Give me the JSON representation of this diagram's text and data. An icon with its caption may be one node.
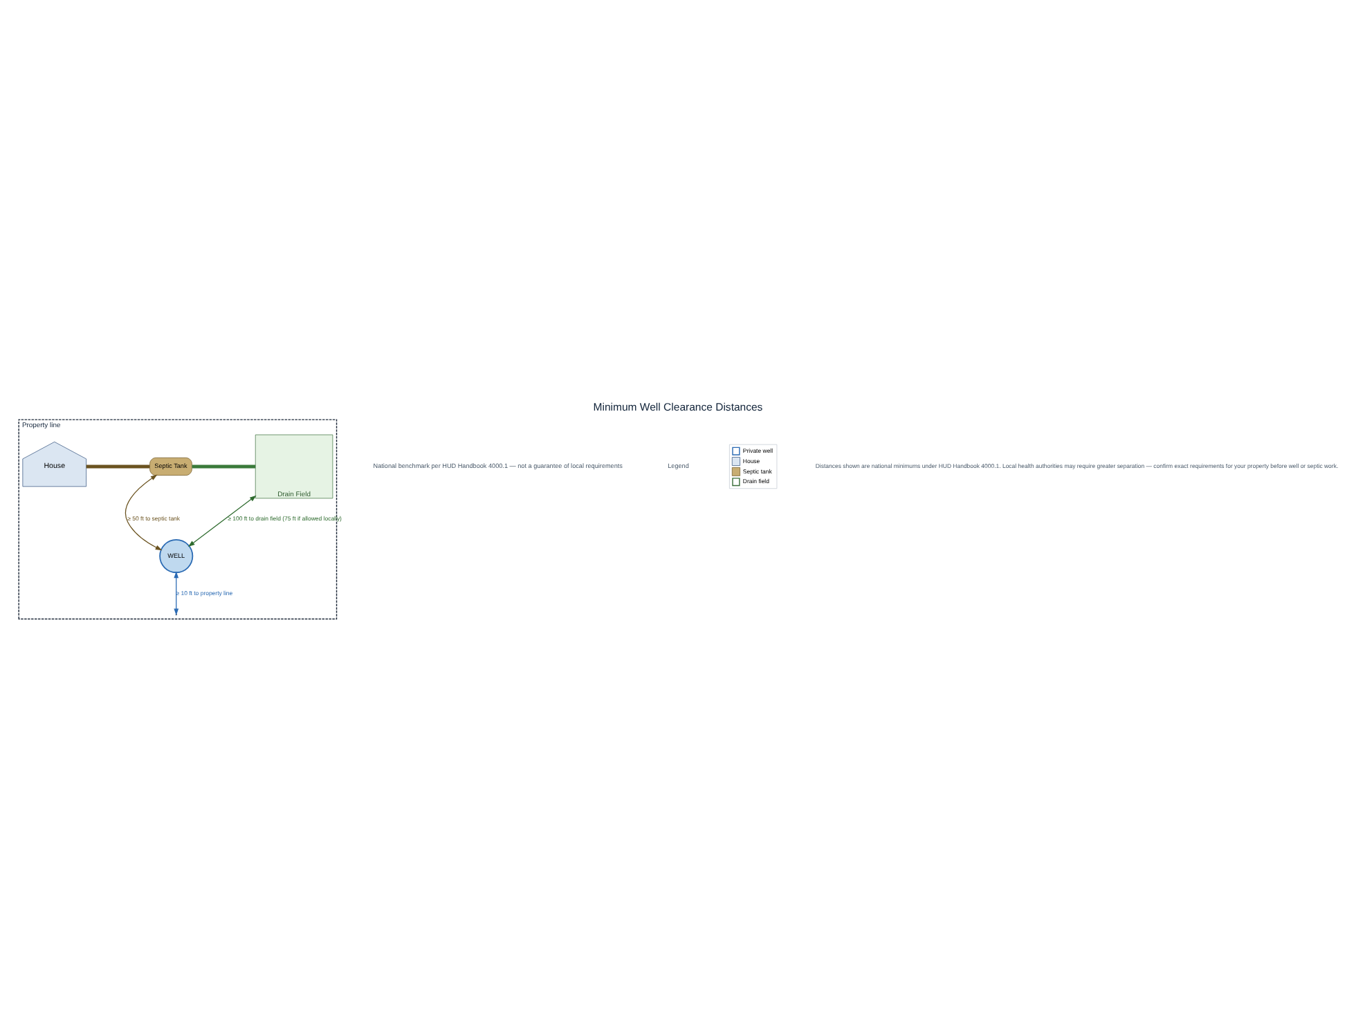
{
  "diagram": {
    "title": "Minimum Well Clearance Distances",
    "caption": "Distances shown are national minimums under HUD Handbook 4000.1. Local health authorities may require greater separation — confirm exact requirements for your property before well or septic work.",
    "nodes": [
      {
        "text": [
          "Property line"
        ]
      },
      {
        "text": [
          "House"
        ],
        "in": 0
      },
      {
        "text": [
          "Septic Tank"
        ],
        "in": 0
      },
      {
        "text": [
          "Drain Field"
        ],
        "in": 0
      },
      {
        "text": [
          "WELL"
        ],
        "in": 0
      }
    ],
    "edges": [
      {
        "from": 1,
        "to": 2,
        "arrow": "none",
        "style": "thick",
        "color": "#6b5320"
      },
      {
        "from": 2,
        "to": 3,
        "arrow": "none",
        "style": "thick",
        "color": "#3a7a3a"
      },
      {
        "from": 2,
        "to": 4,
        "arrow": "both",
        "label": "≥ 50 ft to septic tank",
        "color": "#6b5320"
      },
      {
        "from": 3,
        "to": 4,
        "arrow": "both",
        "label": "≥ 100 ft to drain field (75 ft if allowed locally)",
        "color": "#2e6b2e"
      },
      {
        "from": 4,
        "to": 0,
        "arrow": "both",
        "label": "≥ 10 ft to property line",
        "color": "#2a6ab3"
      }
    ],
    "labels": [
      "National benchmark per HUD Handbook 4000.1 — not a guarantee of local requirements",
      "Legend"
    ],
    "legend": [
      {
        "text": "Private well"
      },
      {
        "text": "House",
        "color": "#dbe6f2"
      },
      {
        "text": "Septic tank",
        "color": "#c8ad72"
      },
      {
        "text": "Drain field"
      }
    ]
  }
}
